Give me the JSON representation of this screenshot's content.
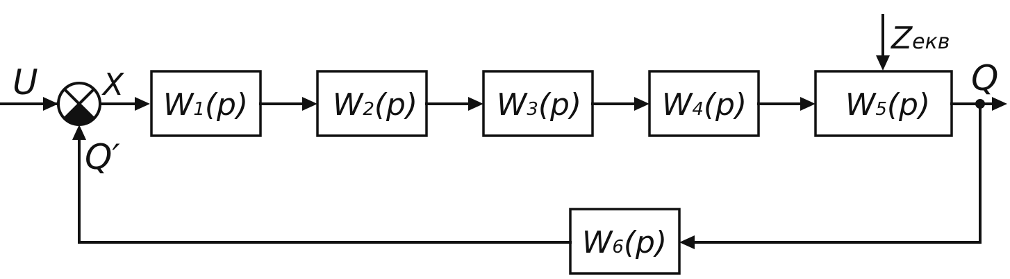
{
  "diagram": {
    "blocks": [
      {
        "main": "W",
        "sub": "1",
        "arg": "(p)"
      },
      {
        "main": "W",
        "sub": "2",
        "arg": "(p)"
      },
      {
        "main": "W",
        "sub": "3",
        "arg": "(p)"
      },
      {
        "main": "W",
        "sub": "4",
        "arg": "(p)"
      },
      {
        "main": "W",
        "sub": "5",
        "arg": "(p)"
      },
      {
        "main": "W",
        "sub": "6",
        "arg": "(p)"
      }
    ],
    "signals": {
      "input": "U",
      "error": "X",
      "output": "Q",
      "feedback": "Q′",
      "disturbance_main": "Z",
      "disturbance_sub": "екв"
    }
  }
}
